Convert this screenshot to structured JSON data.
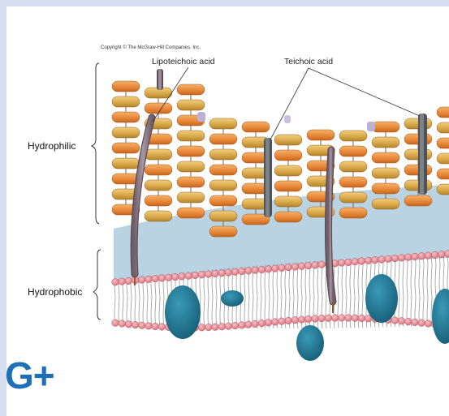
{
  "copyright": "Copyright © The McGraw-Hill Companies, Inc.",
  "callouts": {
    "lipoteichoic": "Lipoteichoic acid",
    "teichoic": "Teichoic acid"
  },
  "regions": {
    "hydrophilic": "Hydrophilic",
    "hydrophobic": "Hydrophobic"
  },
  "cell_type": "G+",
  "colors": {
    "peptidoglycan_orange": "#e8893a",
    "peptidoglycan_tan": "#d9a84a",
    "periplasm_blue": "#b9d3e3",
    "phospholipid_head": "#e58e98",
    "membrane_protein": "#1f6d8a",
    "teichoic_rod": "#8b7b86",
    "accent_blue": "#1f6fb8"
  }
}
